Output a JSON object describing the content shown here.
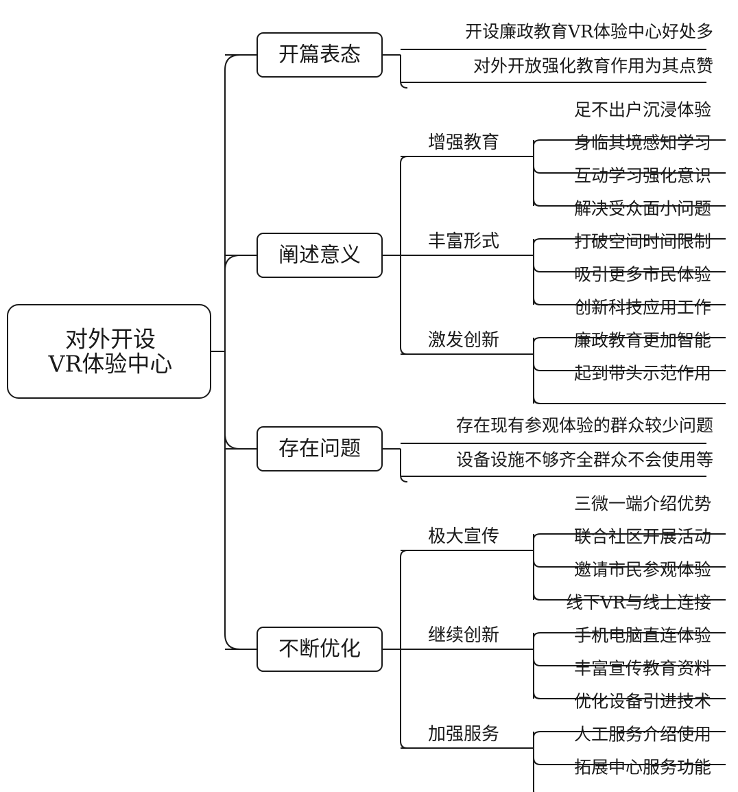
{
  "root": {
    "lines": [
      "对外开设",
      "VR体验中心"
    ]
  },
  "branches": [
    {
      "label": "开篇表态",
      "leaves": [
        "开设廉政教育VR体验中心好处多",
        "对外开放强化教育作用为其点赞"
      ]
    },
    {
      "label": "阐述意义",
      "groups": [
        {
          "label": "增强教育",
          "leaves": [
            "足不出户沉浸体验",
            "身临其境感知学习",
            "互动学习强化意识"
          ]
        },
        {
          "label": "丰富形式",
          "leaves": [
            "解决受众面小问题",
            "打破空间时间限制",
            "吸引更多市民体验"
          ]
        },
        {
          "label": "激发创新",
          "leaves": [
            "创新科技应用工作",
            "廉政教育更加智能",
            "起到带头示范作用"
          ]
        }
      ]
    },
    {
      "label": "存在问题",
      "leaves": [
        "存在现有参观体验的群众较少问题",
        "设备设施不够齐全群众不会使用等"
      ]
    },
    {
      "label": "不断优化",
      "groups": [
        {
          "label": "极大宣传",
          "leaves": [
            "三微一端介绍优势",
            "联合社区开展活动",
            "邀请市民参观体验"
          ]
        },
        {
          "label": "继续创新",
          "leaves": [
            "线下VR与线上连接",
            "手机电脑直连体验",
            "丰富宣传教育资料"
          ]
        },
        {
          "label": "加强服务",
          "leaves": [
            "优化设备引进技术",
            "人工服务介绍使用",
            "拓展中心服务功能"
          ]
        }
      ]
    }
  ]
}
